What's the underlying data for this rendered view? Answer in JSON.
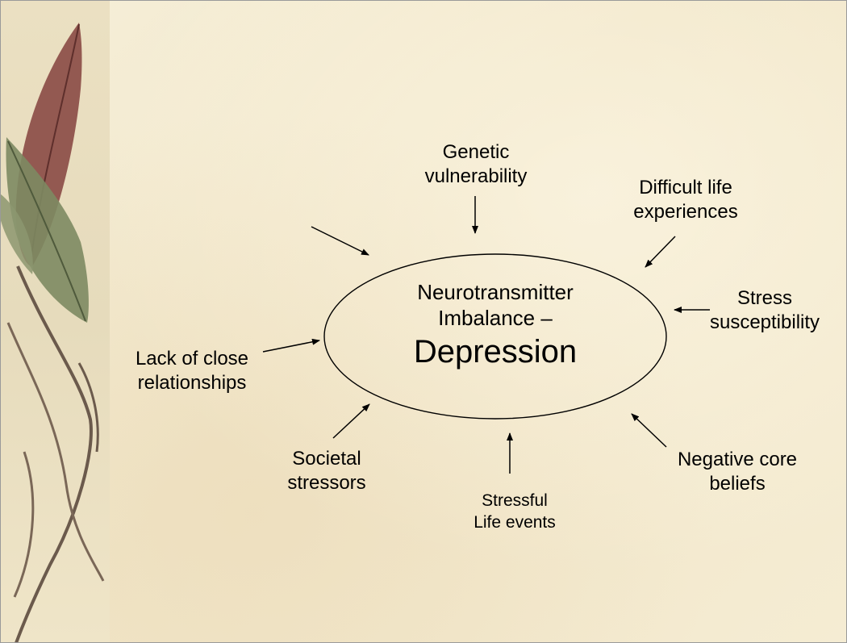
{
  "center": {
    "line1": "Neurotransmitter",
    "line2": "Imbalance –",
    "line3": "Depression"
  },
  "factors": {
    "genetic": {
      "line1": "Genetic",
      "line2": "vulnerability"
    },
    "difficult": {
      "line1": "Difficult life",
      "line2": "experiences"
    },
    "stress_susceptibility": {
      "line1": "Stress",
      "line2": "susceptibility"
    },
    "negative_beliefs": {
      "line1": "Negative core",
      "line2": "beliefs"
    },
    "stressful_events": {
      "line1": "Stressful",
      "line2": "Life events"
    },
    "societal": {
      "line1": "Societal",
      "line2": "stressors"
    },
    "relationships": {
      "line1": "Lack of close",
      "line2": "relationships"
    }
  },
  "colors": {
    "background": "#f3e9cf",
    "ink": "#000000",
    "leaf_red": "#8a4a45",
    "leaf_green": "#7d8a62"
  }
}
